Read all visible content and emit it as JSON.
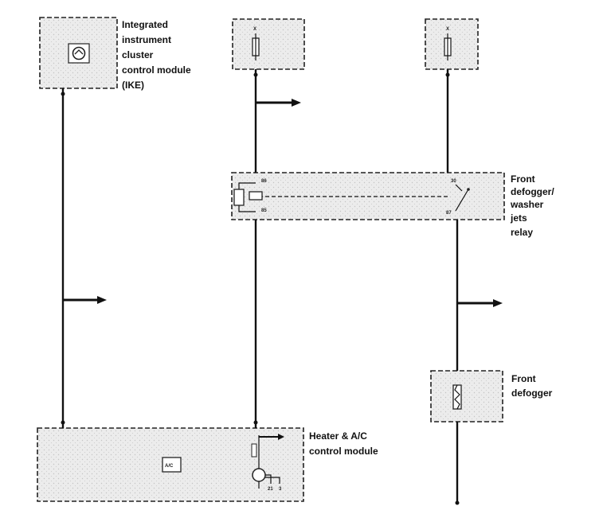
{
  "components": {
    "ike": {
      "label_lines": [
        "Integrated",
        "instrument",
        "cluster",
        "control module",
        "(IKE)"
      ]
    },
    "relay": {
      "label_lines": [
        "Front",
        "defogger/",
        "washer",
        "jets",
        "relay"
      ],
      "pins": [
        "86",
        "85",
        "30",
        "87"
      ]
    },
    "defogger": {
      "label_lines": [
        "Front",
        "defogger"
      ]
    },
    "hvac": {
      "label_lines": [
        "Heater & A/C",
        "control module"
      ],
      "symbol": "A/C",
      "pins": [
        "21",
        "3"
      ]
    },
    "supply_middle": {
      "symbol": "X"
    },
    "supply_right": {
      "symbol": "X"
    }
  },
  "icons": {
    "ike_symbol": "gauge-icon",
    "fuse": "fuse-icon",
    "relay_coil": "coil-icon",
    "relay_switch": "switch-icon",
    "heater_element": "heating-element-icon",
    "ac": "ac-symbol-icon",
    "ground": "ground-icon",
    "arrow": "arrow-right-icon"
  },
  "colors": {
    "wire": "#111111",
    "box_fill": "#e9e9e9"
  }
}
